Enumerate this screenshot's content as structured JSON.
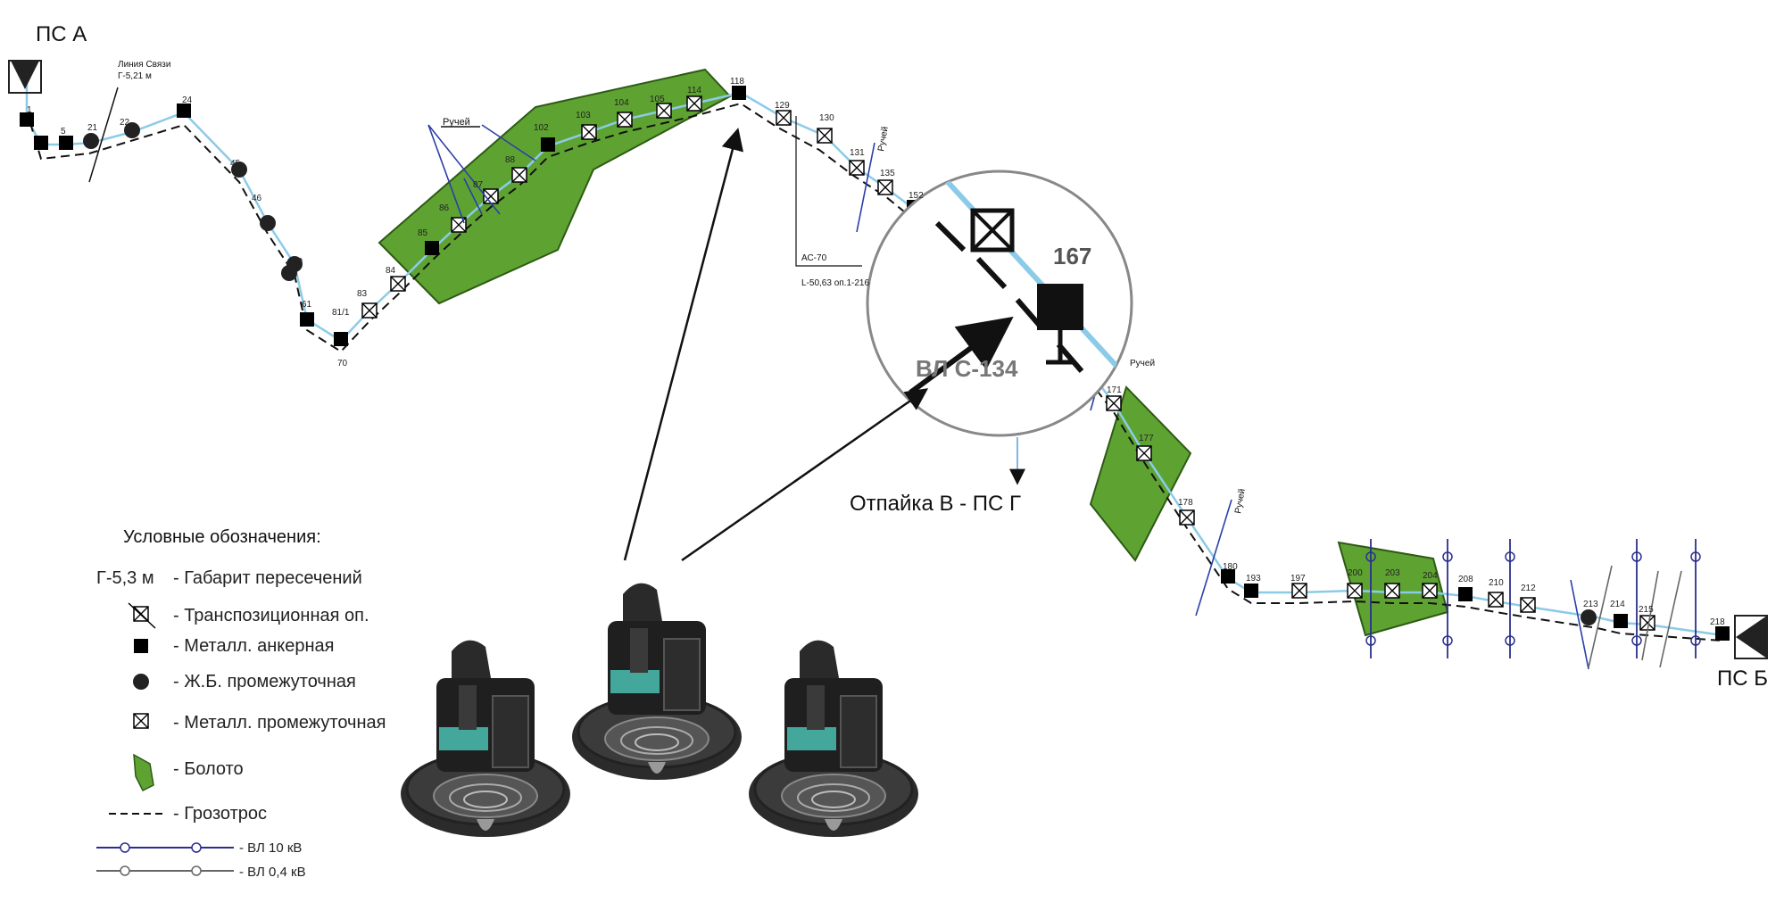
{
  "substations": {
    "a": "ПС А",
    "b": "ПС Б"
  },
  "branch_label": "Отпайка В - ПС Г",
  "annotations": {
    "comm_line_1": "Линия Связи",
    "comm_line_2": "Г-5,21 м",
    "stream": "Ручей",
    "wire_1": "АС-70",
    "wire_2": "L-50,63 оп.1-216",
    "zoom_pole": "167",
    "zoom_label": "ВЛ С-134"
  },
  "pole_numbers": [
    "1",
    "5",
    "21",
    "22",
    "24",
    "45",
    "46",
    "57",
    "59",
    "61",
    "70",
    "81/1",
    "83",
    "84",
    "85",
    "86",
    "87",
    "88",
    "102",
    "103",
    "104",
    "105",
    "114",
    "118",
    "129",
    "130",
    "131",
    "135",
    "152",
    "171",
    "177",
    "178",
    "180",
    "193",
    "197",
    "200",
    "203",
    "204",
    "208",
    "210",
    "212",
    "213",
    "214",
    "215",
    "218"
  ],
  "legend": {
    "title": "Условные обозначения:",
    "items": [
      {
        "key": "Г-5,3 м",
        "label": "- Габарит пересечений"
      },
      {
        "key": "",
        "label": "- Транспозиционная оп."
      },
      {
        "key": "",
        "label": "- Металл. анкерная"
      },
      {
        "key": "",
        "label": "- Ж.Б. промежуточная"
      },
      {
        "key": "",
        "label": "- Металл. промежуточная"
      },
      {
        "key": "",
        "label": "- Болото"
      },
      {
        "key": "",
        "label": "- Грозотрос"
      },
      {
        "key": "",
        "label": "- ВЛ 10 кВ"
      },
      {
        "key": "",
        "label": "- ВЛ 0,4 кВ"
      }
    ]
  },
  "colors": {
    "line": "#8ccbe8",
    "swamp": "#5ea332",
    "vl10": "#2a2f8e",
    "vl04": "#666666",
    "stream": "#2b3fa8"
  },
  "icons": {
    "device": "high-bay-lamp-icon"
  }
}
